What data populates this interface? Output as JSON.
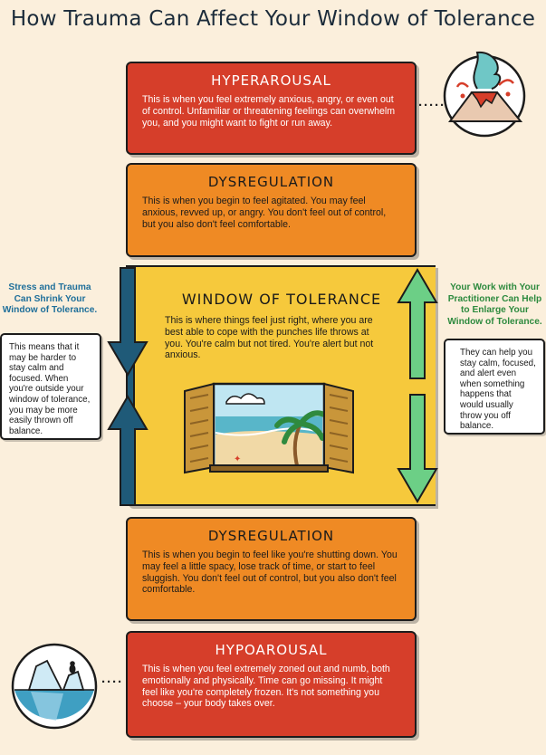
{
  "title": "How Trauma Can Affect Your Window of Tolerance",
  "hyperarousal": {
    "heading": "HYPERAROUSAL",
    "text": "This is when you feel extremely anxious, angry, or even out of control. Unfamiliar or threatening feelings can overwhelm you, and you might want to fight or run away."
  },
  "dysregulation_upper": {
    "heading": "DYSREGULATION",
    "text": "This is when you begin to feel agitated. You may feel anxious, revved up, or angry. You don't feel out of control, but you also don't feel comfortable."
  },
  "window": {
    "heading": "WINDOW OF TOLERANCE",
    "text": "This is where things feel just right, where you are best able to cope with the punches life throws at you. You're calm but not tired. You're alert but not anxious."
  },
  "dysregulation_lower": {
    "heading": "DYSREGULATION",
    "text": "This is when you begin to feel like you're shutting down. You may feel a little spacy, lose track of time, or start to feel sluggish. You don't feel out of control, but you also don't feel comfortable."
  },
  "hypoarousal": {
    "heading": "HYPOAROUSAL",
    "text": "This is when you feel extremely zoned out and numb, both emotionally and physically. Time can go missing. It might feel like you're completely frozen. It's not something you choose – your body takes over."
  },
  "left_side": {
    "title": "Stress and Trauma Can Shrink Your Window of Tolerance.",
    "bubble": "This means that it may be harder to stay calm and focused. When you're outside your window of tolerance, you may be more easily thrown off balance."
  },
  "right_side": {
    "title": "Your Work with Your Practitioner Can Help to Enlarge Your Window of Tolerance.",
    "bubble": "They can help you stay calm, focused, and alert even when something happens that would usually throw you off balance."
  },
  "colors": {
    "red": "#d63e2a",
    "orange": "#ef8a24",
    "yellow": "#f6c93c",
    "blue_arrow": "#1f5a78",
    "green_arrow": "#6ccf86",
    "background": "#fbefdc"
  },
  "icons": [
    "volcano-icon",
    "iceberg-icon",
    "beach-window-illustration",
    "arrow-down-icon",
    "arrow-up-icon"
  ]
}
